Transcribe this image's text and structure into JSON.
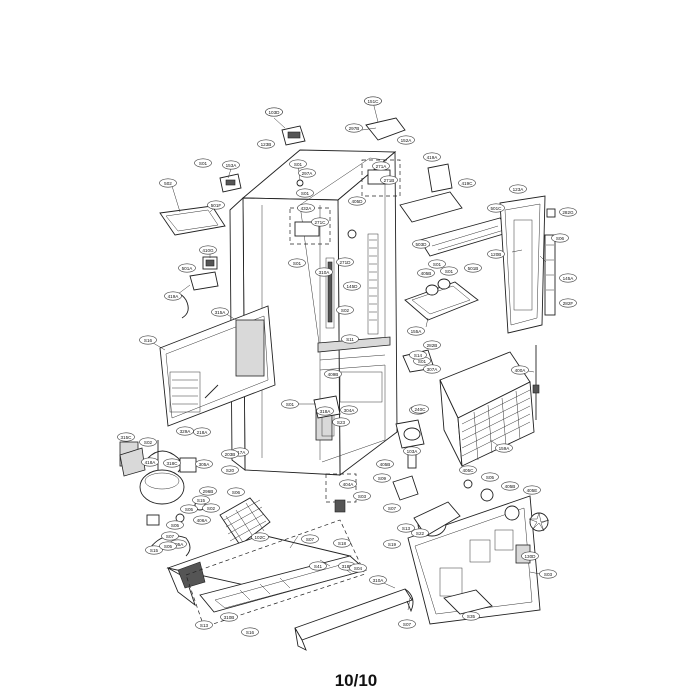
{
  "page_number": "10/10",
  "callouts": [
    "S01",
    "S03",
    "123B",
    "297B",
    "152A",
    "S01",
    "153A",
    "S01",
    "297A",
    "271A",
    "419A",
    "S01",
    "271B",
    "419C",
    "502",
    "501F",
    "432A",
    "271C",
    "405D",
    "501C",
    "123A",
    "282G",
    "S06",
    "410G",
    "S01",
    "503D",
    "501A",
    "271D",
    "310A",
    "145D",
    "S01",
    "S01",
    "405B",
    "S02",
    "501B",
    "120B",
    "145A",
    "282F",
    "419A",
    "315A",
    "S11",
    "155A",
    "282B",
    "S16",
    "S01",
    "S14",
    "307A",
    "409B",
    "400A",
    "S01",
    "282A",
    "315C",
    "S02",
    "329A",
    "218A",
    "317A",
    "318A",
    "304A",
    "S23",
    "159A",
    "240C",
    "203B",
    "418A",
    "318C",
    "305A",
    "S20",
    "103A",
    "405B",
    "S09",
    "404A",
    "405C",
    "S05",
    "405B",
    "S03",
    "405E",
    "S06",
    "296B",
    "S15",
    "S02",
    "406A",
    "S05",
    "S05",
    "S07",
    "405A",
    "S15",
    "S07",
    "S13",
    "S19",
    "S22",
    "130D",
    "S03",
    "310A",
    "S07",
    "102C",
    "S18",
    "318B",
    "S07",
    "310B",
    "S13",
    "S16",
    "S35",
    "S41",
    "S04",
    "S05",
    "103D",
    "151C"
  ],
  "colors": {
    "line": "#222222",
    "paper": "#ffffff",
    "shade": "#d9d9d9"
  }
}
